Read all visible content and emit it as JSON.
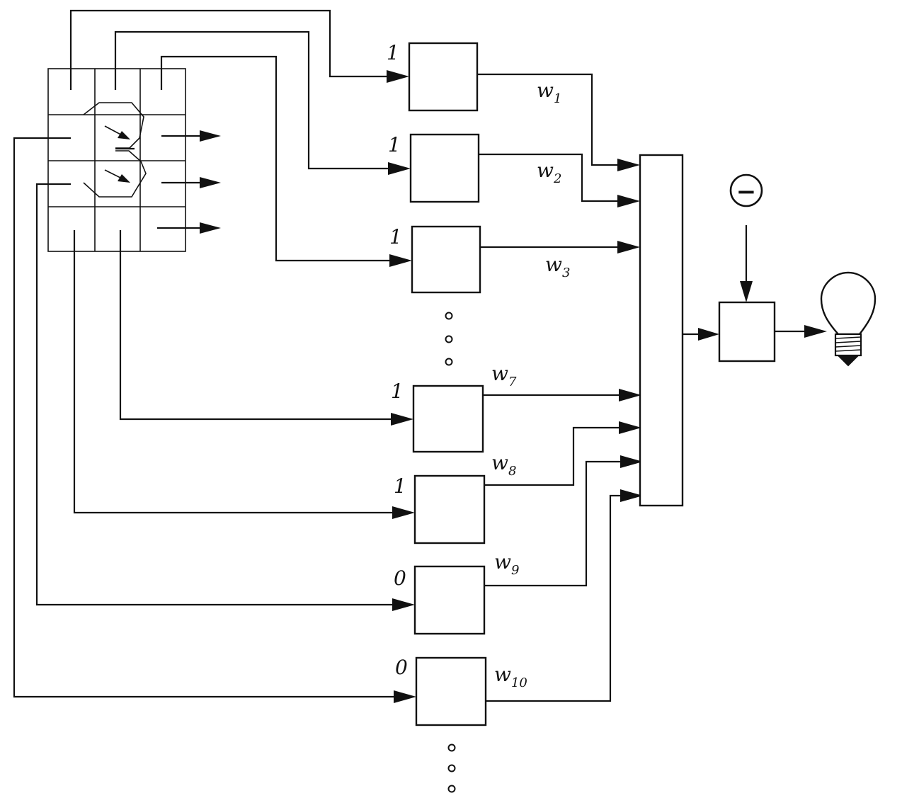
{
  "diagram": {
    "detectors": [
      {
        "input": "1",
        "weight": "w",
        "weight_sub": "1"
      },
      {
        "input": "1",
        "weight": "w",
        "weight_sub": "2"
      },
      {
        "input": "1",
        "weight": "w",
        "weight_sub": "3"
      },
      {
        "input": "1",
        "weight": "w",
        "weight_sub": "7"
      },
      {
        "input": "1",
        "weight": "w",
        "weight_sub": "8"
      },
      {
        "input": "0",
        "weight": "w",
        "weight_sub": "9"
      },
      {
        "input": "0",
        "weight": "w",
        "weight_sub": "10"
      }
    ],
    "threshold_sign": "−",
    "colors": {
      "ink": "#111111",
      "paper": "#ffffff"
    },
    "icons": [
      "light-bulb-icon",
      "minus-circle-icon",
      "retina-grid"
    ]
  }
}
